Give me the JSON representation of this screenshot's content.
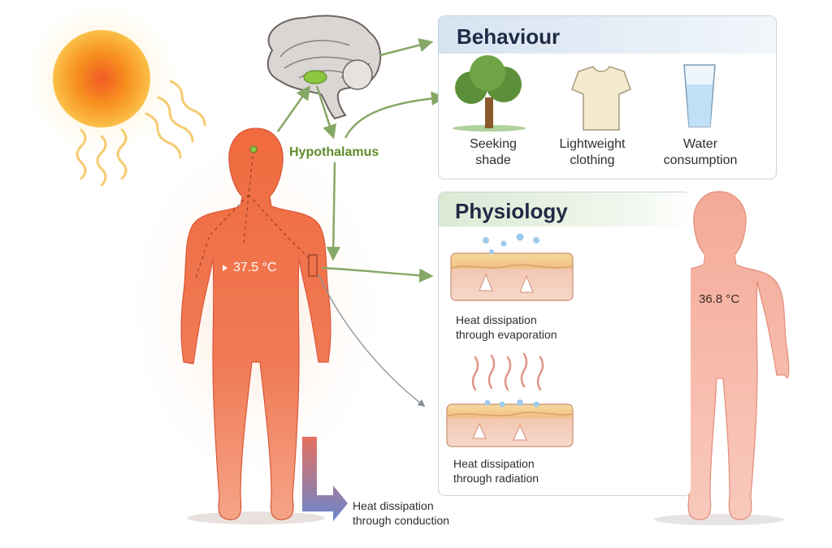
{
  "hypothalamus_label": "Hypothalamus",
  "body_temp_hot": "37.5 °C",
  "body_temp_cool": "36.8 °C",
  "behaviour": {
    "title": "Behaviour",
    "items": [
      {
        "icon": "tree-icon",
        "line1": "Seeking",
        "line2": "shade"
      },
      {
        "icon": "tshirt-icon",
        "line1": "Lightweight",
        "line2": "clothing"
      },
      {
        "icon": "water-glass-icon",
        "line1": "Water",
        "line2": "consumption"
      }
    ]
  },
  "physiology": {
    "title": "Physiology",
    "evaporation": {
      "line1": "Heat dissipation",
      "line2": "through evaporation"
    },
    "radiation": {
      "line1": "Heat dissipation",
      "line2": "through radiation"
    }
  },
  "conduction": {
    "line1": "Heat dissipation",
    "line2": "through conduction"
  },
  "colors": {
    "accent_green": "#7aa35a",
    "hot_body": "#ef6a45",
    "cool_body": "#f6b3a3",
    "sun": "#f59a2a",
    "behaviour_header": "#dde8f4",
    "physiology_header": "#e4efde"
  }
}
